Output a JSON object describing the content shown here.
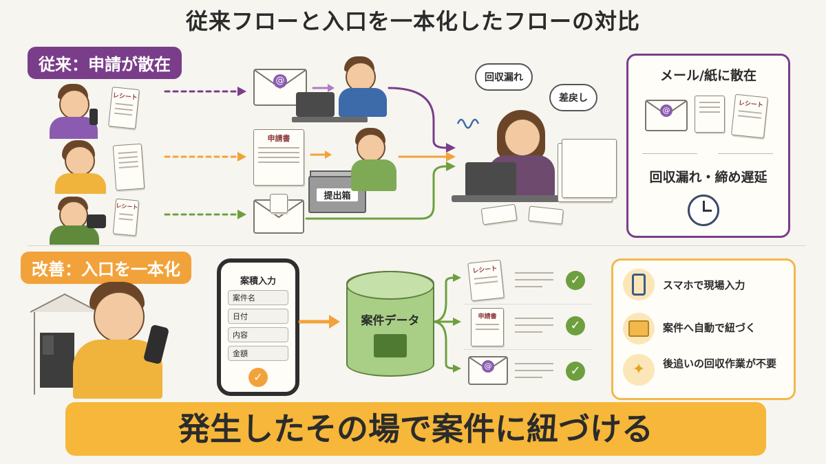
{
  "title": "従来フローと入口を一本化したフローの対比",
  "old": {
    "label": "従来：申請が散在",
    "doc_receipt": "レシート",
    "doc_application": "申請書",
    "submit_box": "提出箱",
    "bubble_missed": "回収漏れ",
    "bubble_returned": "差戻し",
    "summary": {
      "title": "メール/紙に散在",
      "subtitle": "回収漏れ・締め遅延"
    }
  },
  "new": {
    "label": "改善：入口を一本化",
    "phone_form": {
      "title": "案積入力",
      "fields": [
        "案件名",
        "日付",
        "内容",
        "金額"
      ]
    },
    "database_label": "案件データ",
    "outputs": [
      "レシート",
      "申請書"
    ],
    "features": [
      {
        "icon": "phone-icon",
        "label": "スマホで現場入力"
      },
      {
        "icon": "folder-icon",
        "label": "案件へ自動で紐づく"
      },
      {
        "icon": "sparkle-icon",
        "label": "後追いの回収作業が不要"
      }
    ]
  },
  "banner": "発生したその場で案件に紐づける",
  "colors": {
    "purple": "#7a3d8a",
    "orange": "#f2a23a",
    "green": "#6e9f3f",
    "banner": "#f6b73a"
  }
}
